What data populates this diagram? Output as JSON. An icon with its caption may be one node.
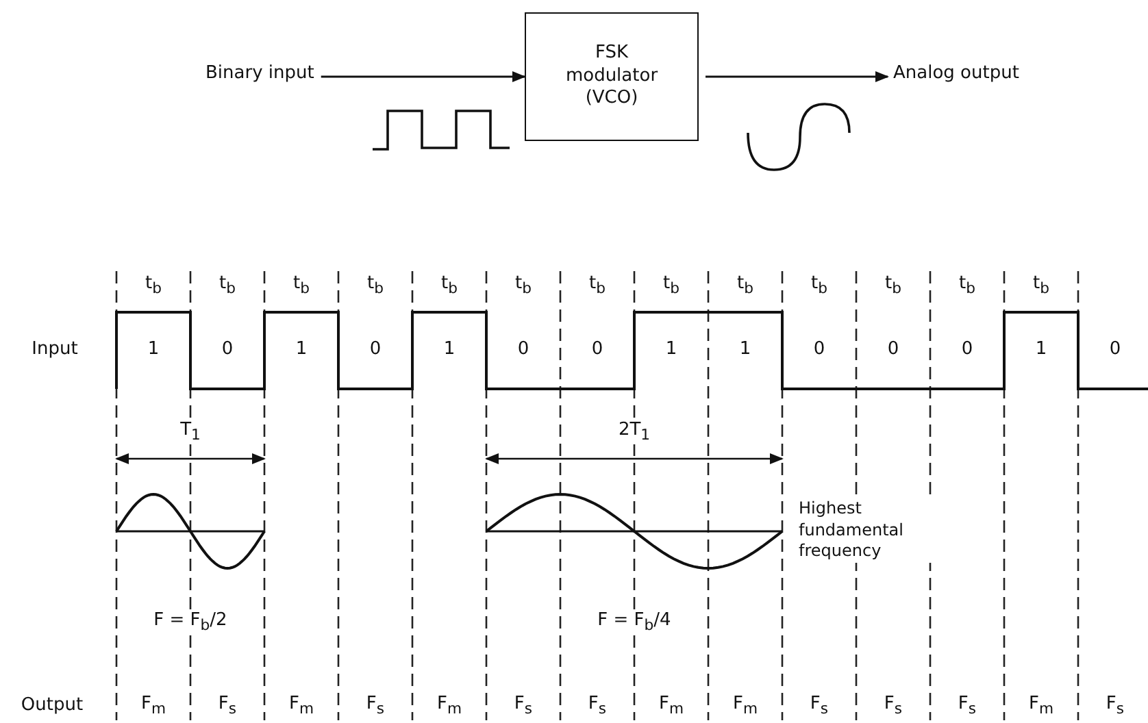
{
  "diagram": {
    "nodes": [
      {
        "text": [
          "Binary input"
        ]
      },
      {
        "text": [
          "FSK modulator (VCO)"
        ]
      },
      {
        "text": [
          "Analog output"
        ]
      }
    ],
    "edges": [
      {
        "from": 0,
        "to": 1,
        "arrow": "to"
      },
      {
        "from": 1,
        "to": 2,
        "arrow": "to"
      }
    ],
    "labels": [
      "t$_{b}$",
      "t$_{b}$",
      "t$_{b}$",
      "t$_{b}$",
      "t$_{b}$",
      "t$_{b}$",
      "t$_{b}$",
      "t$_{b}$",
      "t$_{b}$",
      "t$_{b}$",
      "t$_{b}$",
      "t$_{b}$",
      "t$_{b}$",
      "Input",
      "1",
      "0",
      "1",
      "0",
      "1",
      "0",
      "0",
      "1",
      "1",
      "0",
      "0",
      "0",
      "1",
      "0",
      "T$_{1}$",
      "2T$_{1}$",
      "Highest fundamental frequency",
      "F = F$_{b}$/2",
      "F = F$_{b}$/4",
      "Output",
      "F$_{m}$",
      "F$_{s}$",
      "F$_{m}$",
      "F$_{s}$",
      "F$_{m}$",
      "F$_{s}$",
      "F$_{s}$",
      "F$_{m}$",
      "F$_{m}$",
      "F$_{s}$",
      "F$_{s}$",
      "F$_{s}$",
      "F$_{m}$",
      "F$_{s}$"
    ]
  }
}
